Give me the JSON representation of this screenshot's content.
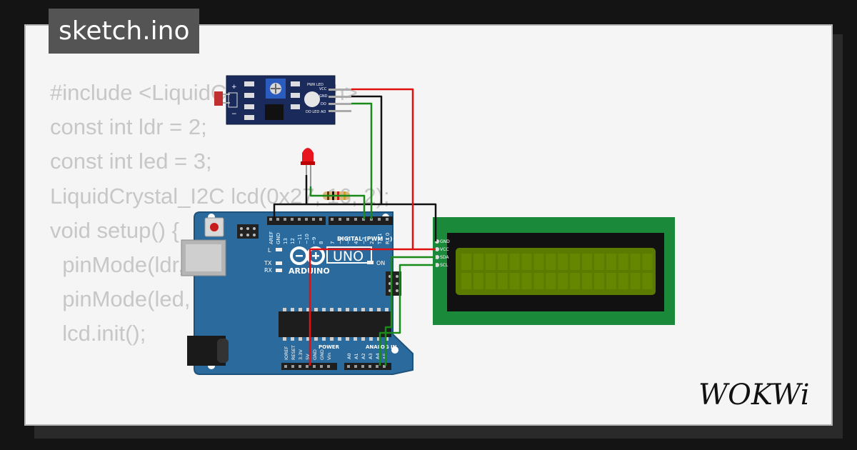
{
  "editor": {
    "filename": "sketch.ino",
    "code_lines": [
      "#include <LiquidCrystal_I2C.h>",
      "",
      "const int ldr = 2;",
      "const int led = 3;",
      "",
      "LiquidCrystal_I2C lcd(0x27, 16, 2);",
      "",
      "void setup() {",
      "  pinMode(ldr, INPUT);",
      "  pinMode(led, OUTPUT);",
      "  lcd.init();"
    ]
  },
  "brand": {
    "logo_text": "WOKWi"
  },
  "board": {
    "brand": "ARDUINO",
    "model": "UNO",
    "labels": {
      "digital": "DIGITAL (PWM ~)",
      "power": "POWER",
      "analog": "ANALOG IN",
      "on": "ON",
      "l": "L",
      "tx": "TX",
      "rx": "RX"
    },
    "digital_pins": [
      "AREF",
      "GND",
      "13",
      "12",
      "~11",
      "~10",
      "~9",
      "8",
      "7",
      "~6",
      "~5",
      "4",
      "~3",
      "2",
      "TX 1",
      "RX 0"
    ],
    "power_pins": [
      "IOREF",
      "RESET",
      "3.3V",
      "5V",
      "GND",
      "GND",
      "Vin"
    ],
    "analog_pins": [
      "A0",
      "A1",
      "A2",
      "A3",
      "A4",
      "A5"
    ]
  },
  "ldr_module": {
    "pin_labels": [
      "VCC",
      "GND",
      "DO",
      "AO"
    ],
    "led_labels": [
      "PWR LED",
      "DO LED"
    ]
  },
  "lcd": {
    "pin_labels": [
      "GND",
      "VCC",
      "SDA",
      "SCL"
    ],
    "screen_color": "#5a7a00"
  },
  "colors": {
    "board": "#2b6a9c",
    "lcd_pcb": "#1a8a3a",
    "module_pcb": "#1a2a5a",
    "wire_red": "#e01010",
    "wire_black": "#111111",
    "wire_green": "#1a8a1a"
  }
}
